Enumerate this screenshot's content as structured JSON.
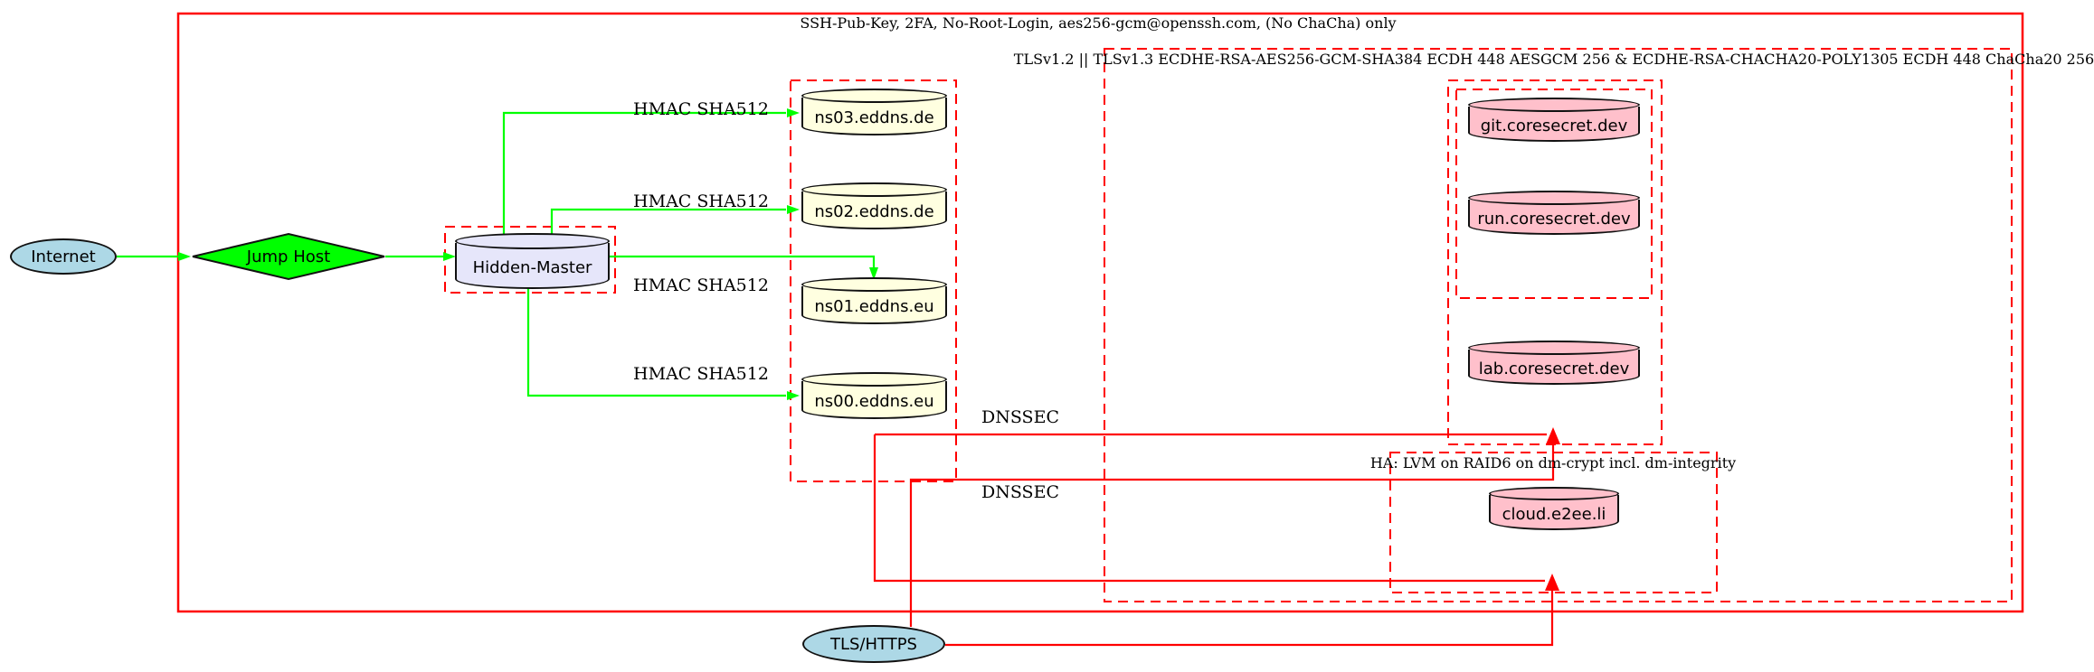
{
  "diagram_type": "network-security-topology",
  "clusters": {
    "outer_ssh": {
      "label": "SSH-Pub-Key, 2FA, No-Root-Login, aes256-gcm@openssh.com, (No ChaCha) only",
      "border_style": "solid",
      "border_color": "#ff0000"
    },
    "tls": {
      "label": "TLSv1.2 || TLSv1.3 ECDHE-RSA-AES256-GCM-SHA384 ECDH 448 AESGCM 256 & ECDHE-RSA-CHACHA20-POLY1305 ECDH 448 ChaCha20 256",
      "border_style": "dashed",
      "border_color": "#ff0000"
    },
    "ha": {
      "label": "HA: LVM on RAID6 on dm-crypt incl. dm-integrity",
      "border_style": "dashed",
      "border_color": "#ff0000"
    },
    "dns_servers": {
      "label": "",
      "border_style": "dashed",
      "border_color": "#ff0000"
    },
    "core_vertical": {
      "label": "",
      "border_style": "dashed",
      "border_color": "#ff0000"
    },
    "core_inner": {
      "label": "",
      "border_style": "dashed",
      "border_color": "#ff0000"
    },
    "hidden_master_box": {
      "label": "",
      "border_style": "dashed",
      "border_color": "#ff0000"
    }
  },
  "nodes": {
    "internet": {
      "label": "Internet",
      "shape": "ellipse",
      "fill": "#add8e6"
    },
    "jump_host": {
      "label": "Jump Host",
      "shape": "diamond",
      "fill": "#00ff00"
    },
    "hidden_master": {
      "label": "Hidden-Master",
      "shape": "cylinder",
      "fill": "#e6e6fa"
    },
    "ns03": {
      "label": "ns03.eddns.de",
      "shape": "cylinder",
      "fill": "#ffffe0"
    },
    "ns02": {
      "label": "ns02.eddns.de",
      "shape": "cylinder",
      "fill": "#ffffe0"
    },
    "ns01": {
      "label": "ns01.eddns.eu",
      "shape": "cylinder",
      "fill": "#ffffe0"
    },
    "ns00": {
      "label": "ns00.eddns.eu",
      "shape": "cylinder",
      "fill": "#ffffe0"
    },
    "git": {
      "label": "git.coresecret.dev",
      "shape": "cylinder",
      "fill": "#ffc0cb"
    },
    "run": {
      "label": "run.coresecret.dev",
      "shape": "cylinder",
      "fill": "#ffc0cb"
    },
    "lab": {
      "label": "lab.coresecret.dev",
      "shape": "cylinder",
      "fill": "#ffc0cb"
    },
    "cloud": {
      "label": "cloud.e2ee.li",
      "shape": "cylinder",
      "fill": "#ffc0cb"
    },
    "tls_https": {
      "label": "TLS/HTTPS",
      "shape": "ellipse",
      "fill": "#add8e6"
    }
  },
  "edge_labels": {
    "hmac1": "HMAC SHA512",
    "hmac2": "HMAC SHA512",
    "hmac3": "HMAC SHA512",
    "hmac4": "HMAC SHA512",
    "dnssec1": "DNSSEC",
    "dnssec2": "DNSSEC"
  },
  "colors": {
    "edge_green": "#00ff00",
    "edge_red": "#ff0000",
    "node_border": "#111111"
  }
}
